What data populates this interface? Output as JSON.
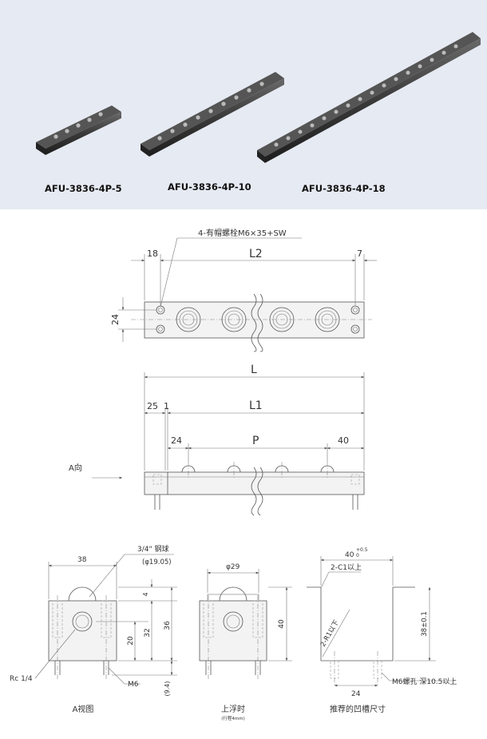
{
  "photos": {
    "products": [
      {
        "model": "AFU-3836-4P-5"
      },
      {
        "model": "AFU-3836-4P-10"
      },
      {
        "model": "AFU-3836-4P-18"
      }
    ]
  },
  "top_view": {
    "bolt_note": "4-有帽螺栓M6×35+SW",
    "dim_left": "18",
    "dim_span": "L2",
    "dim_right": "7",
    "dim_height": "24"
  },
  "front_view": {
    "dim_total": "L",
    "dim_left": "25",
    "dim_gap": "1",
    "dim_inner": "L1",
    "dim_start": "24",
    "dim_pitch": "P",
    "dim_end": "40",
    "arrow_label": "A向"
  },
  "a_view": {
    "ball_note": "3/4\" 钢球",
    "ball_dia": "(φ19.05)",
    "dim_width": "38",
    "dim_top": "4",
    "dim_20": "20",
    "dim_32": "32",
    "dim_36": "36",
    "dim_bottom": "(9.4)",
    "port_label": "Rc 1/4",
    "thread_label": "M6",
    "caption": "A视图"
  },
  "float_view": {
    "dim_dia": "φ29",
    "dim_height": "40",
    "caption": "上浮时",
    "sub_caption": "(行程4mm)"
  },
  "groove_view": {
    "dim_width": "40",
    "dim_width_tol": "+0.5",
    "dim_width_tol2": "0",
    "chamfer_note": "2-C1以上",
    "radius_note": "2-R1以下",
    "dim_height": "38±0.1",
    "dim_pitch": "24",
    "hole_note": "M6螺孔 深10.5以上",
    "caption": "推荐的凹槽尺寸"
  }
}
